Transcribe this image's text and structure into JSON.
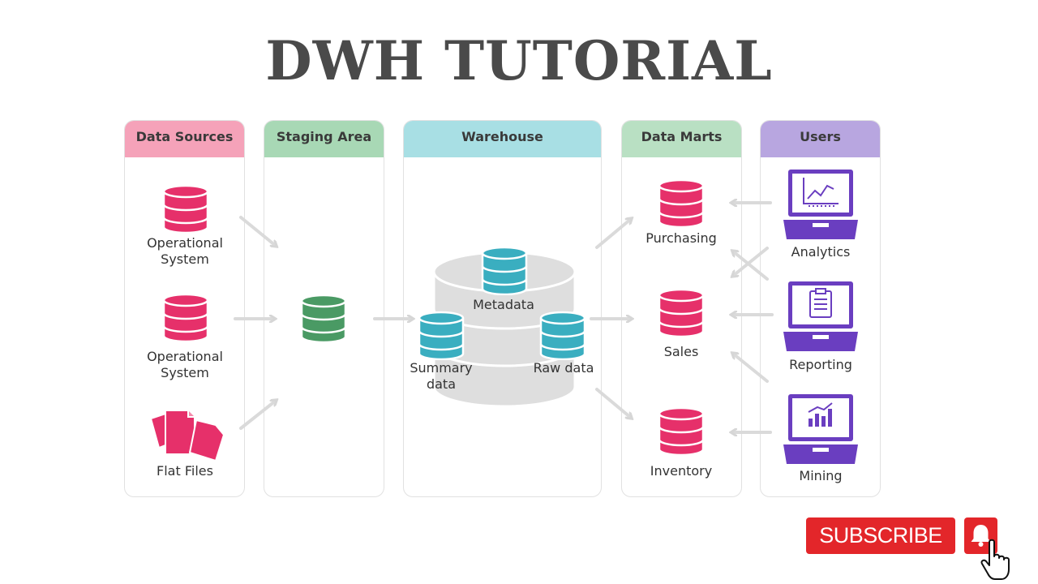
{
  "title": "DWH TUTORIAL",
  "columns": {
    "sources": "Data Sources",
    "staging": "Staging Area",
    "warehouse": "Warehouse",
    "marts": "Data Marts",
    "users": "Users"
  },
  "sources": {
    "op1": "Operational System",
    "op2": "Operational System",
    "flat": "Flat Files"
  },
  "warehouse": {
    "metadata": "Metadata",
    "summary": "Summary data",
    "raw": "Raw data"
  },
  "marts": {
    "purchasing": "Purchasing",
    "sales": "Sales",
    "inventory": "Inventory"
  },
  "users": {
    "analytics": "Analytics",
    "reporting": "Reporting",
    "mining": "Mining"
  },
  "subscribe": {
    "label": "SUBSCRIBE"
  },
  "colors": {
    "pink": "#e6306a",
    "green": "#4a9a64",
    "teal": "#3aaec0",
    "purple": "#6a3ec0",
    "head_sources": "#f5a2b9",
    "head_staging": "#a8d8b5",
    "head_warehouse": "#a8dfe4",
    "head_marts": "#b9e0c3",
    "head_users": "#b8a6e0"
  }
}
